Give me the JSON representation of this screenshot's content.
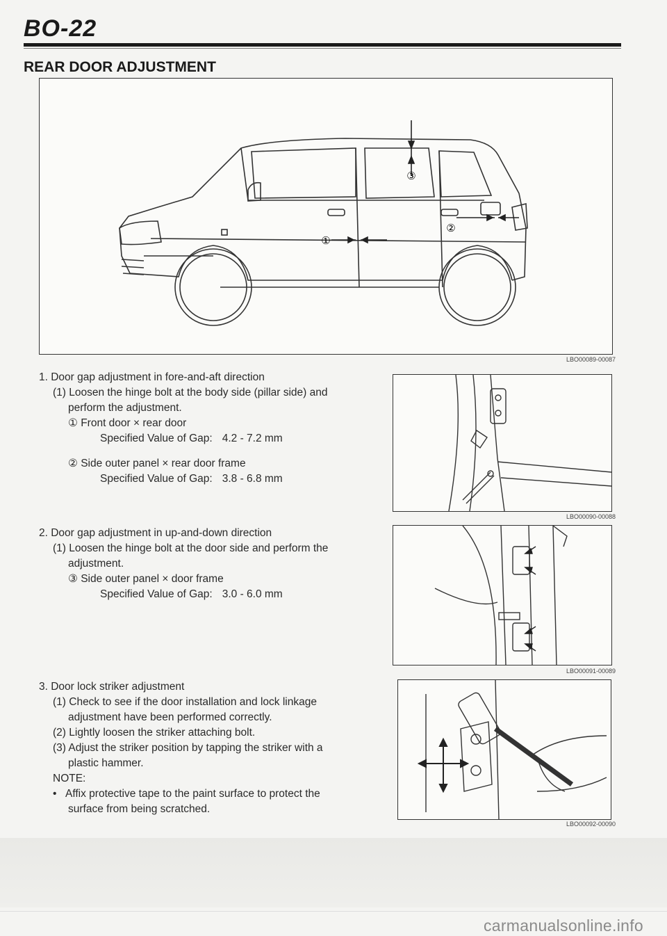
{
  "header": {
    "page_code": "BO-22",
    "section_title": "REAR DOOR ADJUSTMENT"
  },
  "figures": {
    "main": {
      "code": "LBO00089-00087",
      "callouts": [
        "①",
        "②",
        "③"
      ]
    },
    "fig2": {
      "code": "LBO00090-00088"
    },
    "fig3": {
      "code": "LBO00091-00089"
    },
    "fig4": {
      "code": "LBO00092-00090"
    }
  },
  "steps": [
    {
      "title": "1.  Door gap adjustment in fore-and-aft direction",
      "sub1_a": "(1) Loosen the hinge bolt at the body side (pillar side) and",
      "sub1_b": "perform the adjustment.",
      "item1": "① Front door × rear door",
      "spec1_label": "Specified Value of Gap:",
      "spec1_value": "4.2 - 7.2 mm",
      "item2": "② Side outer panel × rear door frame",
      "spec2_label": "Specified Value of Gap:",
      "spec2_value": "3.8 - 6.8 mm"
    },
    {
      "title": "2.  Door gap adjustment in up-and-down direction",
      "sub1_a": "(1) Loosen the hinge bolt at the door side and perform the",
      "sub1_b": "adjustment.",
      "item1": "③ Side outer panel × door frame",
      "spec1_label": "Specified Value of Gap:",
      "spec1_value": "3.0 - 6.0 mm"
    },
    {
      "title": "3.  Door lock striker adjustment",
      "sub1_a": "(1) Check to see if the door installation and lock linkage",
      "sub1_b": "adjustment have been performed correctly.",
      "sub2": "(2) Lightly loosen the striker attaching bolt.",
      "sub3_a": "(3) Adjust the striker position by tapping the striker with a",
      "sub3_b": "plastic hammer.",
      "note_label": "NOTE:",
      "note_a": "Affix protective tape to the paint surface to protect the",
      "note_b": "surface from being scratched."
    }
  ],
  "footer": {
    "watermark": "carmanualsonline.info"
  }
}
